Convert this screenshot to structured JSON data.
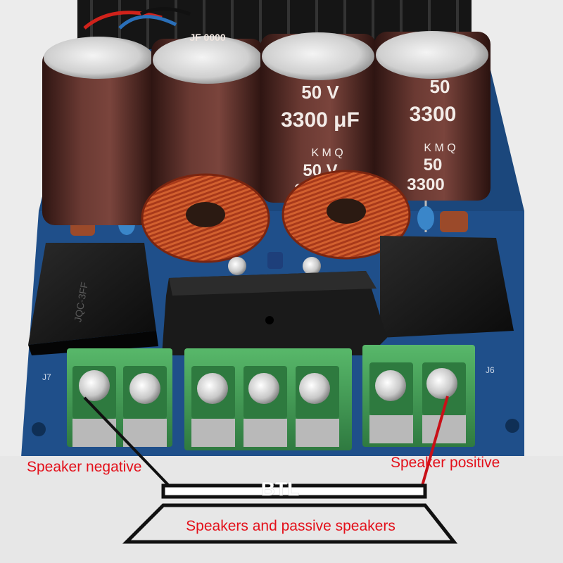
{
  "caps": [
    {
      "lines": [
        "",
        "",
        ""
      ]
    },
    {
      "lines": [
        "JF 0000",
        "",
        ""
      ]
    },
    {
      "lines": [
        "50  V",
        "3300 μF",
        "K M Q",
        "50  V",
        "3300"
      ]
    },
    {
      "lines": [
        "50",
        "3300",
        "K M Q",
        "50",
        "3300"
      ]
    }
  ],
  "relay_left_label": "JQC-3FF",
  "pcb_labels": {
    "left": "J7",
    "right": "J6"
  },
  "annotations": {
    "negative": "Speaker negative",
    "positive": "Speaker positive",
    "btl": "BTL",
    "speakers": "Speakers and passive speakers"
  },
  "colors": {
    "pcb": "#1f4f8a",
    "terminal": "#3f9a52",
    "cap": "#5a2f2a",
    "coil": "#b5401d",
    "annotation_text": "#e3101a"
  }
}
